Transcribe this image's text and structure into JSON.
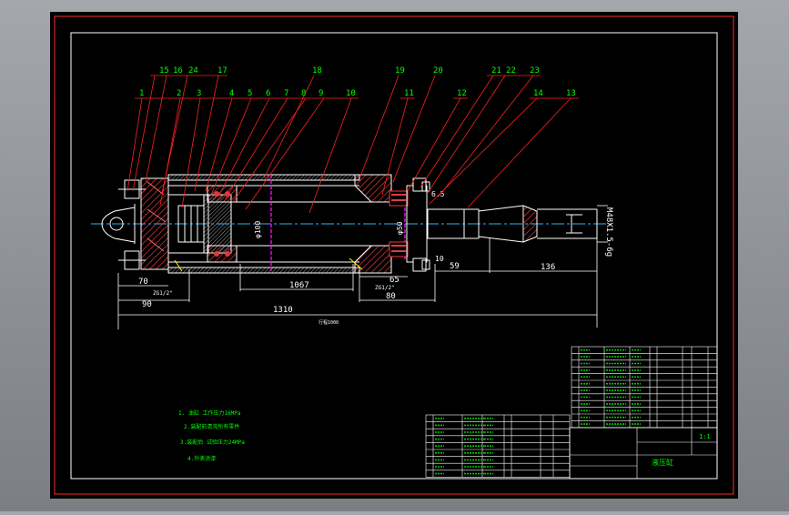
{
  "callouts_top": [
    "15",
    "16",
    "24",
    "17",
    "18",
    "19",
    "20",
    "21",
    "22",
    "23"
  ],
  "callouts_mid": [
    "1",
    "2",
    "3",
    "4",
    "5",
    "6",
    "7",
    "8",
    "9",
    "10",
    "11",
    "12",
    "14",
    "13"
  ],
  "dimensions": {
    "d70": "70",
    "d90": "90",
    "d1310": "1310",
    "d1067": "1067",
    "d65": "65",
    "d80": "80",
    "d59": "59",
    "d136": "136",
    "d6_5": "6.5",
    "d10": "10",
    "phi100": "φ100",
    "phi50": "φ50",
    "thread": "M48X1.5-6g",
    "port_left": "ZG1/2\"",
    "port_right": "ZG1/2\"",
    "stroke_note": "行程1000"
  },
  "notes": [
    "1. 油缸 工作压力16MPa",
    "2.装配前清洗所有零件",
    "3.装配后 试验压力24MPa",
    "4.外表涂漆"
  ],
  "title_block": {
    "drawing_name": "液压缸",
    "scale": "1:1"
  },
  "colors": {
    "background": "#000000",
    "frame": "#ff2a2a",
    "outline": "#ffffff",
    "hatch": "#e03a3a",
    "dimension": "#ffffff",
    "leader": "#ff2020",
    "text": "#00ff00",
    "centerline": "#2ab8ff",
    "magenta": "#ff00ff",
    "yellow": "#ffff00"
  }
}
